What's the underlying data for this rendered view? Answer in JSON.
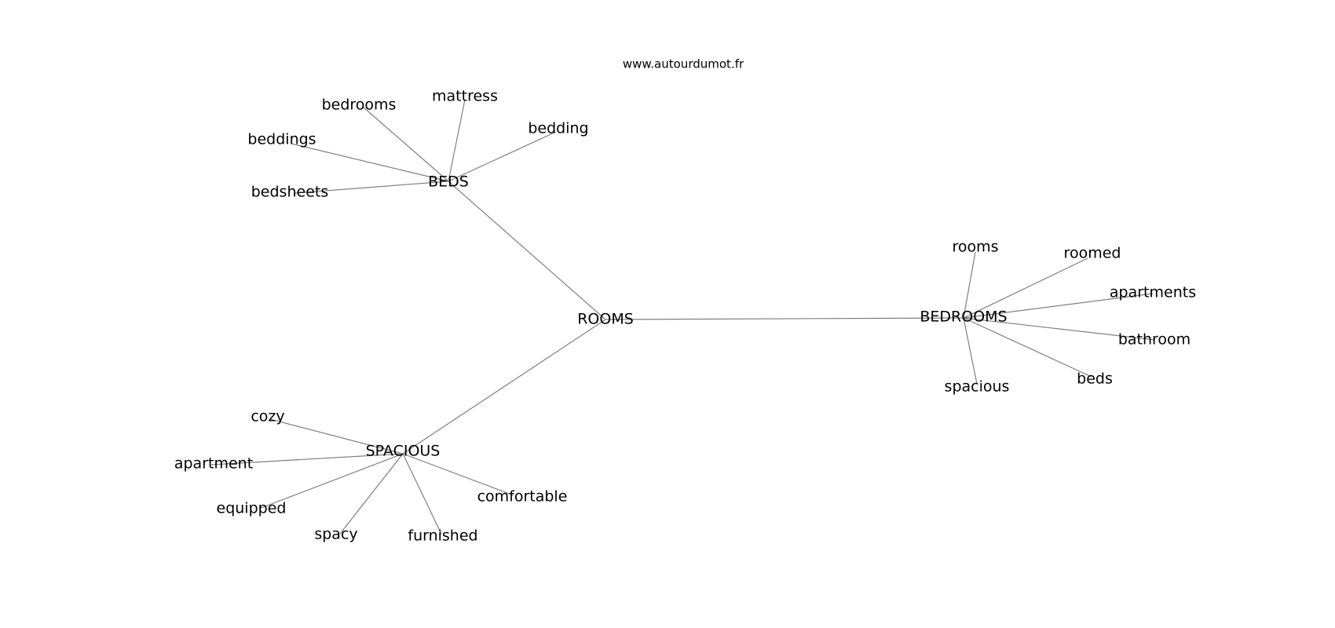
{
  "header": {
    "source": "www.autourdumot.fr"
  },
  "graph": {
    "center": "ROOMS",
    "hubs": [
      {
        "label": "BEDS",
        "leaves": [
          "bedrooms",
          "mattress",
          "bedding",
          "beddings",
          "bedsheets"
        ]
      },
      {
        "label": "BEDROOMS",
        "leaves": [
          "rooms",
          "roomed",
          "apartments",
          "bathroom",
          "beds",
          "spacious"
        ]
      },
      {
        "label": "SPACIOUS",
        "leaves": [
          "cozy",
          "apartment",
          "equipped",
          "spacy",
          "furnished",
          "comfortable"
        ]
      }
    ]
  },
  "colors": {
    "edge": "#7f7f7f",
    "text": "#000000",
    "background": "#ffffff"
  }
}
